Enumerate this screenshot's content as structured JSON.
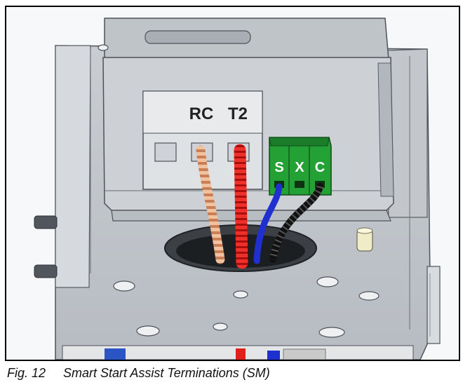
{
  "figure": {
    "number": "Fig. 12",
    "caption": "Smart Start Assist Terminations (SM)"
  },
  "terminal_block": {
    "labels": [
      "RC",
      "T2"
    ]
  },
  "connector": {
    "labels": [
      "S",
      "X",
      "C"
    ],
    "color": "#2aa63a"
  },
  "wire_colors": {
    "rc": "#e6a57c",
    "t2": "#e0201c",
    "s": "#1f2fd0",
    "c": "#111111"
  }
}
